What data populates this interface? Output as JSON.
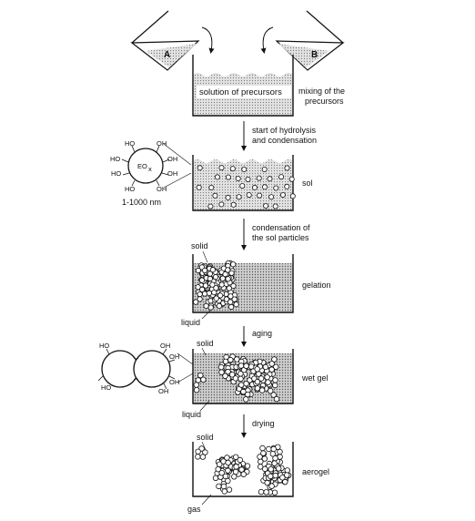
{
  "precursors": {
    "a": "A",
    "b": "B"
  },
  "stages": {
    "solution": {
      "box_label": "solution of precursors",
      "side_label_line1": "mixing of the",
      "side_label_line2": "precursors"
    },
    "sol": {
      "side_label": "sol"
    },
    "gelation": {
      "side_label": "gelation",
      "solid": "solid",
      "liquid": "liquid"
    },
    "wet_gel": {
      "side_label": "wet gel",
      "solid": "solid",
      "liquid": "liquid"
    },
    "aerogel": {
      "side_label": "aerogel",
      "solid": "solid",
      "gas": "gas"
    }
  },
  "steps": {
    "hydrolysis_line1": "start of hydrolysis",
    "hydrolysis_line2": "and condensation",
    "condensation_line1": "condensation of",
    "condensation_line2": "the sol particles",
    "aging": "aging",
    "drying": "drying"
  },
  "particle": {
    "center": "EO",
    "center_sub": "x",
    "oh": "OH",
    "ho": "HO",
    "size": "1-1000 nm"
  },
  "dimer": {
    "oh": "OH",
    "ho": "HO"
  }
}
